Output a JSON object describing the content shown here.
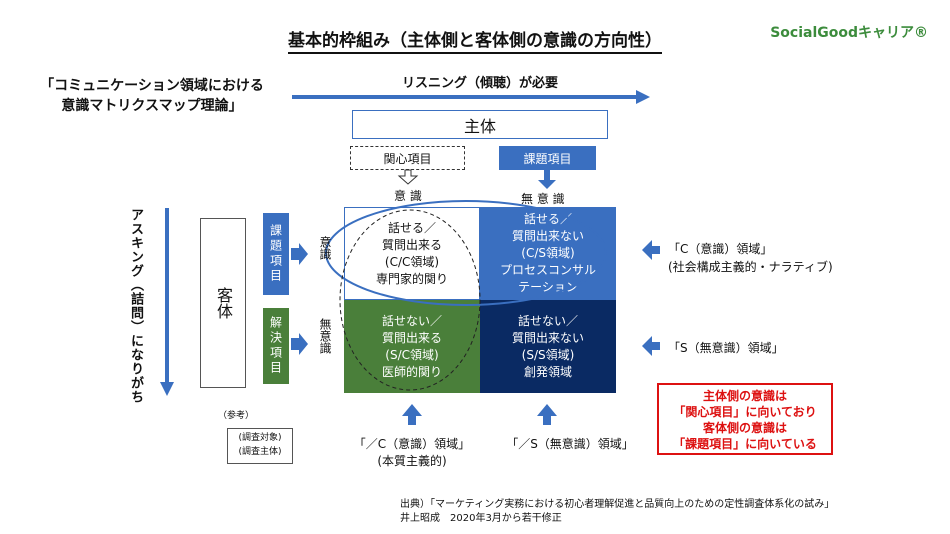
{
  "title": "基本的枠組み（主体側と客体側の意識の方向性）",
  "brand": "SocialGoodキャリア®",
  "map_label_line1": "「コミュニケーション領域における",
  "map_label_line2": "意識マトリクスマップ理論」",
  "listening": "リスニング（傾聴）が必要",
  "subject": "主体",
  "interest_item": "関心項目",
  "issue_item_top": "課題項目",
  "conscious_top": "意 識",
  "unconscious_top": "無 意 識",
  "quadrants": {
    "q1": "話せる／\n質問出来る\n(C/C領域)\n専門家的関り",
    "q2": "話せる／\n質問出来ない\n(C/S領域)\nプロセスコンサル\nテーション",
    "q3": "話せない／\n質問出来る\n(S/C領域)\n医師的関り",
    "q4": "話せない／\n質問出来ない\n(S/S領域)\n創発領域"
  },
  "object": "客体",
  "issue_side": "課題項目",
  "solve_side": "解決項目",
  "conscious_side": "意識",
  "unconscious_side": "無意識",
  "asking": "アスキング（詰問）になりがち",
  "right_c_line1": "「C（意識）領域」",
  "right_c_line2": "(社会構成主義的・ナラティブ)",
  "right_s": "「S（無意識）領域」",
  "red_box": {
    "line1": "主体側の意識は",
    "line2": "「関心項目」に向いており",
    "line3": "客体側の意識は",
    "line4": "「課題項目」に向いている"
  },
  "reference": "（参考）",
  "ref_line1": "(調査対象)",
  "ref_line2": "(調査主体)",
  "bottom_c_line1": "「／C（意識）領域」",
  "bottom_c_line2": "(本質主義的)",
  "bottom_s": "「／S（無意識）領域」",
  "source_line1": "出典）「マーケティング実務における初心者理解促進と品質向上のための定性調査体系化の試み」",
  "source_line2": "井上昭成　2020年3月から若干修正",
  "colors": {
    "blue": "#3a6fc0",
    "green": "#4a7f3a",
    "navy": "#0a2a63",
    "red": "#dd1111",
    "brand": "#3c8c3c"
  }
}
